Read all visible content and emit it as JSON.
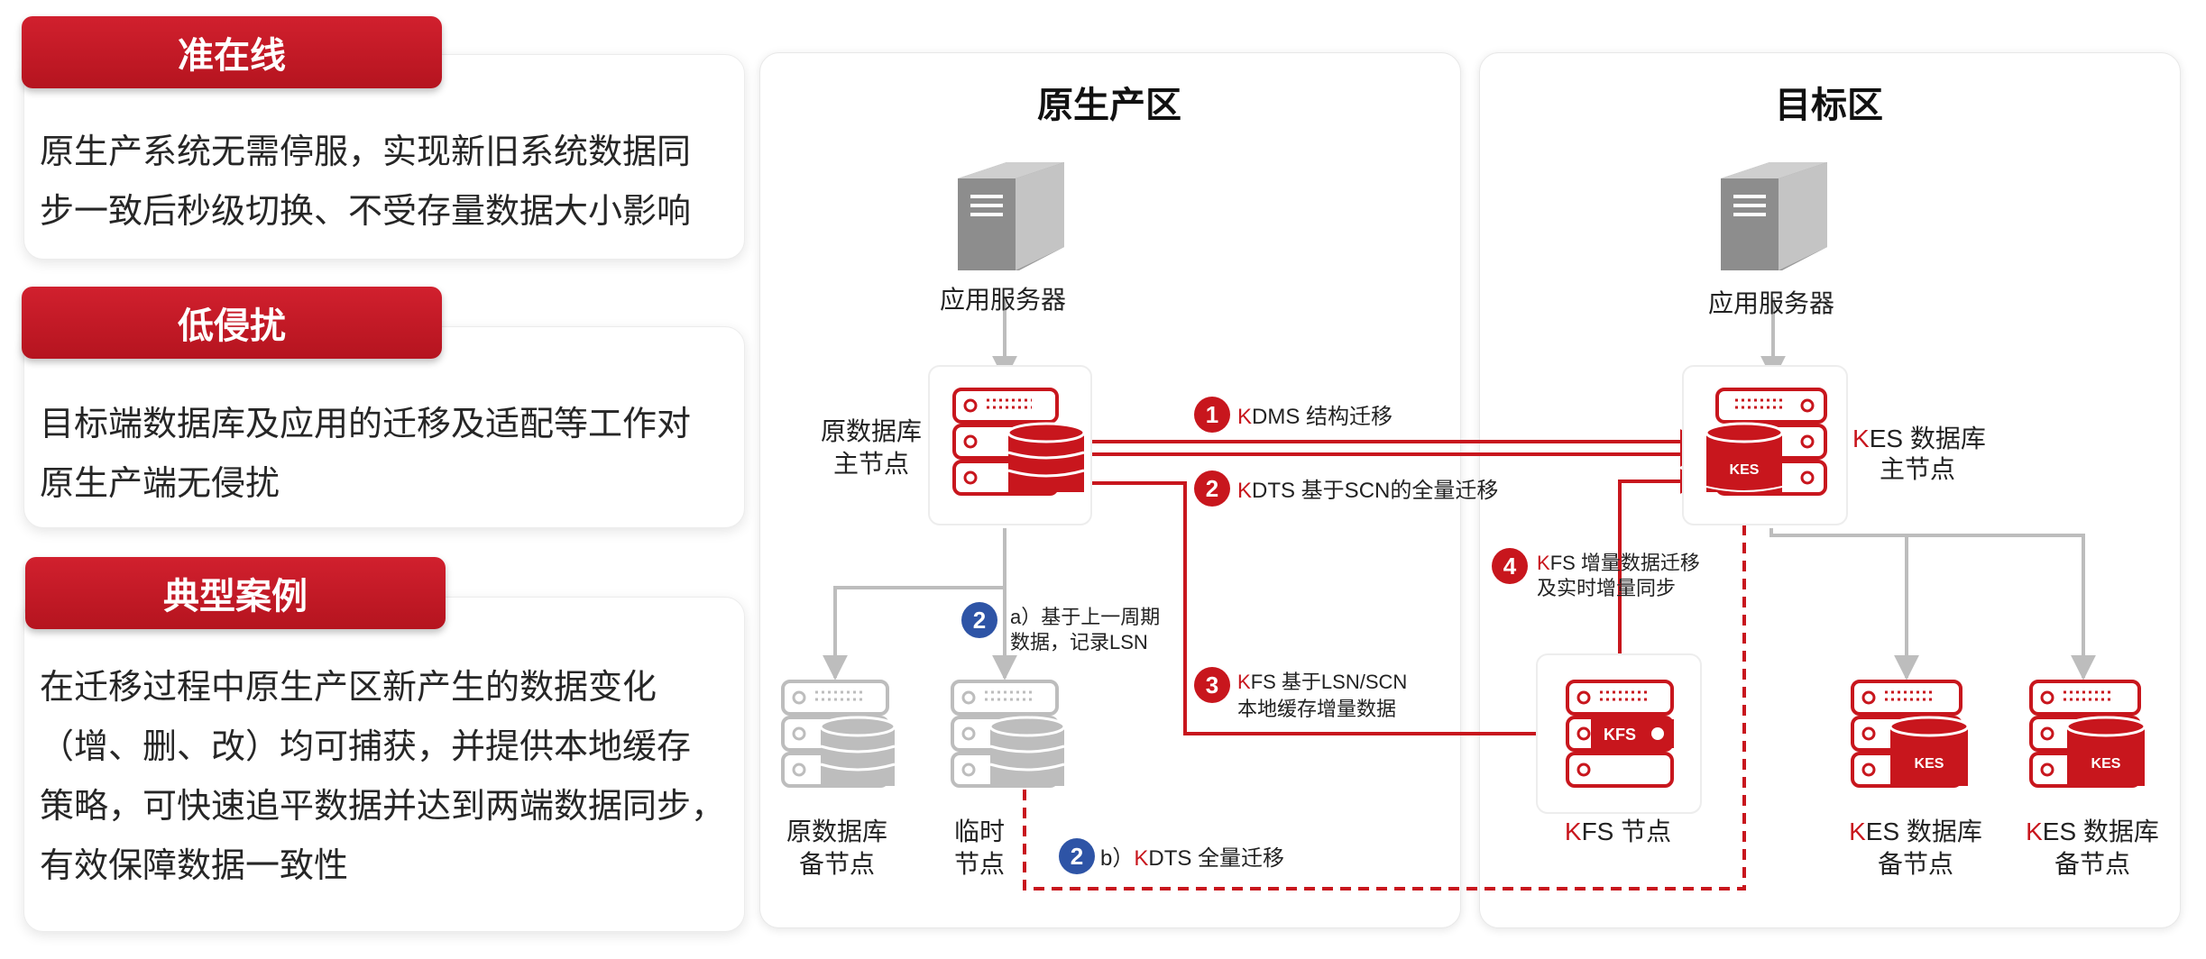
{
  "cards": [
    {
      "tag": "准在线",
      "lines": [
        "原生产系统无需停服，实现新旧系统数据同",
        "步一致后秒级切换、不受存量数据大小影响"
      ]
    },
    {
      "tag": "低侵扰",
      "lines": [
        "目标端数据库及应用的迁移及适配等工作对",
        "原生产端无侵扰"
      ]
    },
    {
      "tag": "典型案例",
      "lines": [
        "在迁移过程中原生产区新产生的数据变化",
        "（增、删、改）均可捕获，并提供本地缓存",
        "策略，可快速追平数据并达到两端数据同步，",
        "有效保障数据一致性"
      ]
    }
  ],
  "zones": {
    "source": "原生产区",
    "target": "目标区"
  },
  "nodes": {
    "src_app": "应用服务器",
    "tgt_app": "应用服务器",
    "src_master": [
      "原数据库",
      "主节点"
    ],
    "src_standby": [
      "原数据库",
      "备节点"
    ],
    "temp": [
      "临时",
      "节点"
    ],
    "kfs": {
      "k": "K",
      "rest": "FS 节点",
      "chip": "KFS"
    },
    "kes_master": {
      "k": "K",
      "rest": "ES 数据库",
      "line2": "主节点"
    },
    "kes_standby1": {
      "k": "K",
      "rest": "ES 数据库",
      "line2": "备节点"
    },
    "kes_standby2": {
      "k": "K",
      "rest": "ES 数据库",
      "line2": "备节点"
    },
    "kes_label": "KES"
  },
  "steps": [
    {
      "num": "1",
      "k": "K",
      "rest": "DMS 结构迁移"
    },
    {
      "num": "2",
      "k": "K",
      "rest": "DTS 基于SCN的全量迁移"
    },
    {
      "num": "2",
      "line1": "a）基于上一周期",
      "line2": "数据，记录LSN"
    },
    {
      "num": "3",
      "k": "K",
      "rest": "FS 基于LSN/SCN",
      "line2": "本地缓存增量数据"
    },
    {
      "num": "4",
      "k": "K",
      "rest": "FS 增量数据迁移",
      "line2": "及实时增量同步"
    },
    {
      "num": "2",
      "pre": "b）",
      "k": "K",
      "rest": "DTS 全量迁移"
    }
  ],
  "colors": {
    "red": "#c8161d",
    "blue": "#2e54a6",
    "gray": "#bdbdbd"
  }
}
